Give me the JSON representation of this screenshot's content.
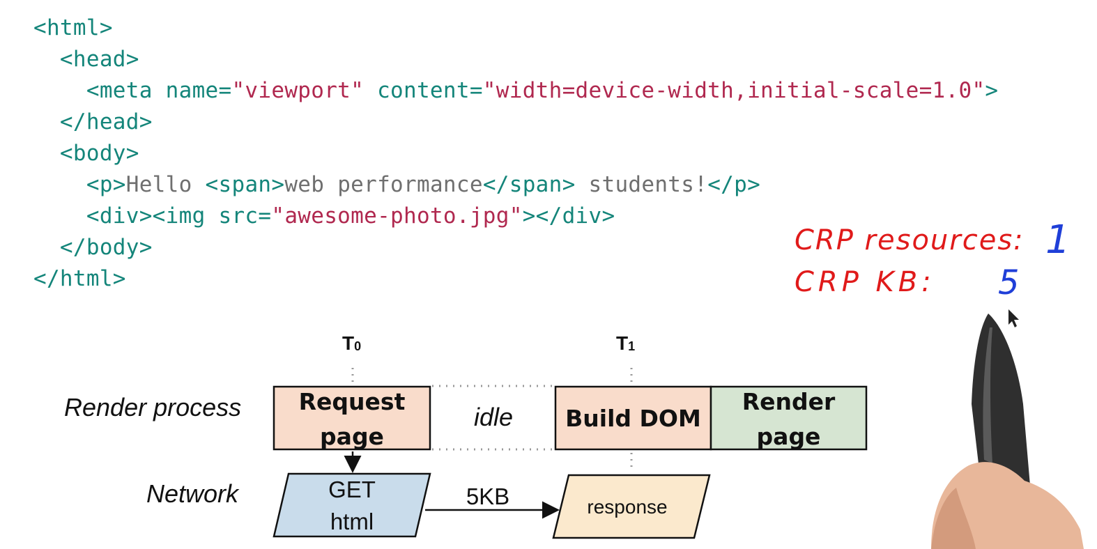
{
  "code": {
    "lines": [
      [
        {
          "t": "tag",
          "v": "<html>"
        }
      ],
      [
        {
          "t": "tag",
          "v": "  <head>"
        }
      ],
      [
        {
          "t": "tag",
          "v": "    <meta name="
        },
        {
          "t": "str",
          "v": "\"viewport\""
        },
        {
          "t": "tag",
          "v": " content="
        },
        {
          "t": "str",
          "v": "\"width=device-width,initial-scale=1.0\""
        },
        {
          "t": "tag",
          "v": ">"
        }
      ],
      [
        {
          "t": "tag",
          "v": "  </head>"
        }
      ],
      [
        {
          "t": "tag",
          "v": "  <body>"
        }
      ],
      [
        {
          "t": "tag",
          "v": "    <p>"
        },
        {
          "t": "txt",
          "v": "Hello "
        },
        {
          "t": "tag",
          "v": "<span>"
        },
        {
          "t": "txt",
          "v": "web performance"
        },
        {
          "t": "tag",
          "v": "</span>"
        },
        {
          "t": "txt",
          "v": " students!"
        },
        {
          "t": "tag",
          "v": "</p>"
        }
      ],
      [
        {
          "t": "tag",
          "v": "    <div><img src="
        },
        {
          "t": "str",
          "v": "\"awesome-photo.jpg\""
        },
        {
          "t": "tag",
          "v": "></div>"
        }
      ],
      [
        {
          "t": "tag",
          "v": "  </body>"
        }
      ],
      [
        {
          "t": "tag",
          "v": "</html>"
        }
      ]
    ]
  },
  "notes": {
    "resources_label": "CRP resources:",
    "resources_value": "1",
    "kb_label": "CRP KB:",
    "kb_value": "5"
  },
  "diagram": {
    "t0": {
      "main": "T",
      "sub": "0"
    },
    "t1": {
      "main": "T",
      "sub": "1"
    },
    "row_render": "Render process",
    "row_network": "Network",
    "request_page": "Request page",
    "idle": "idle",
    "build_dom": "Build DOM",
    "render_page": "Render page",
    "get_html": "GET html",
    "size": "5KB",
    "response": "response",
    "colors": {
      "request_fill": "#f9dccb",
      "build_fill": "#f9dccb",
      "render_fill": "#d6e5d2",
      "get_fill": "#c9dceb",
      "response_fill": "#fbe9cd"
    }
  }
}
